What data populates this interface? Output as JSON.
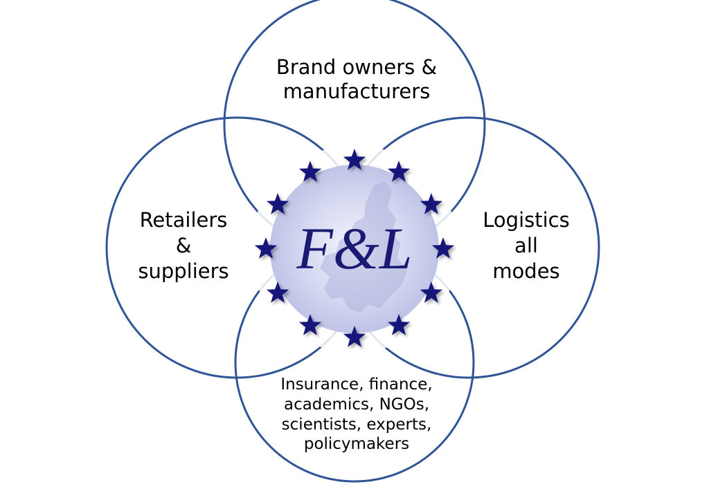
{
  "center": {
    "logo_text": "F&L",
    "star_count": 12,
    "star_color": "#14147a"
  },
  "circles": {
    "stroke_color": "#2f5597",
    "top": {
      "lines": [
        "Brand owners &",
        "manufacturers"
      ]
    },
    "left": {
      "lines": [
        "Retailers",
        "&",
        "suppliers"
      ]
    },
    "right": {
      "lines": [
        "Logistics",
        "all",
        "modes"
      ]
    },
    "bottom": {
      "lines": [
        "Insurance, finance,",
        "academics, NGOs,",
        "scientists, experts,",
        "policymakers"
      ]
    }
  }
}
